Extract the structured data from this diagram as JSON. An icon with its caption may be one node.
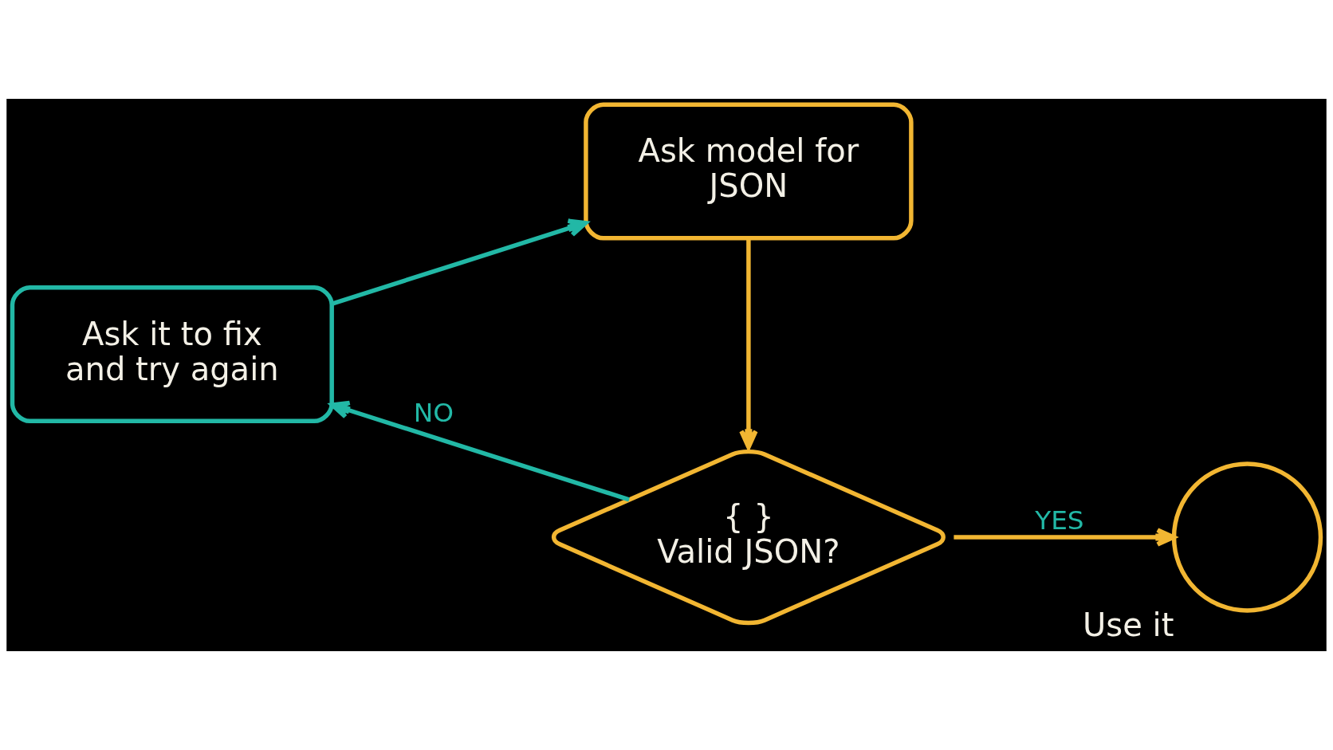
{
  "diagram": {
    "nodes": [
      {
        "text": [
          "Ask model for JSON"
        ]
      },
      {
        "text": [
          "{ }",
          "Valid JSON?"
        ]
      },
      {
        "text": [],
        "shape": "circle",
        "beside": [
          "Use it"
        ]
      },
      {
        "text": [
          "Ask it to fix and try again"
        ]
      }
    ],
    "edges": [
      {
        "from": 0,
        "to": 1,
        "arrow": "to"
      },
      {
        "from": 1,
        "to": 2,
        "arrow": "to",
        "label": "YES"
      },
      {
        "from": 1,
        "to": 3,
        "arrow": "to",
        "label": "NO",
        "color": "#22b8a6"
      },
      {
        "from": 3,
        "to": 0,
        "arrow": "to",
        "color": "#22b8a6"
      }
    ]
  }
}
